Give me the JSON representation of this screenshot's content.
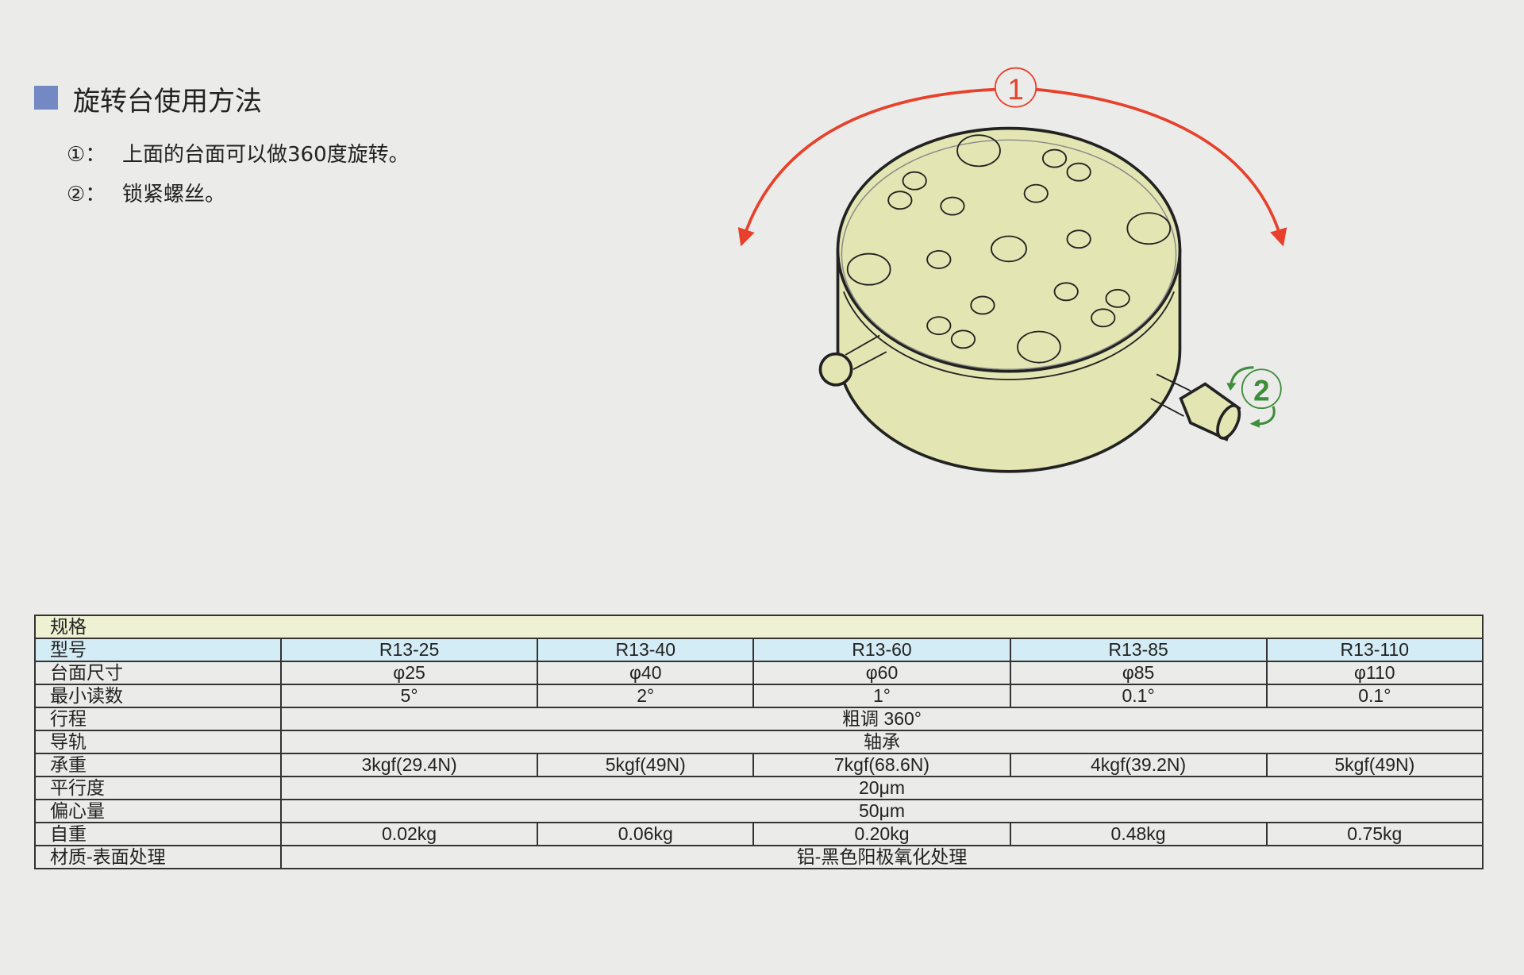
{
  "heading": {
    "title": "旋转台使用方法",
    "accent_color": "#7389c4"
  },
  "instructions": [
    {
      "num": "①：",
      "text": "上面的台面可以做360度旋转。"
    },
    {
      "num": "②：",
      "text": "锁紧螺丝。"
    }
  ],
  "illustration": {
    "label_1": "1",
    "label_2": "2",
    "arrow_color": "#e8402a",
    "knob_arrow_color": "#3e8d3a",
    "body_color": "#e3e6b2"
  },
  "spec_table": {
    "header": "规格",
    "model_label": "型号",
    "models": [
      "R13-25",
      "R13-40",
      "R13-60",
      "R13-85",
      "R13-110"
    ],
    "rows": [
      {
        "label": "台面尺寸",
        "values": [
          "φ25",
          "φ40",
          "φ60",
          "φ85",
          "φ110"
        ]
      },
      {
        "label": "最小读数",
        "values": [
          "5°",
          "2°",
          "1°",
          "0.1°",
          "0.1°"
        ]
      },
      {
        "label": "行程",
        "merged": "粗调 360°"
      },
      {
        "label": "导轨",
        "merged": "轴承"
      },
      {
        "label": "承重",
        "values": [
          "3kgf(29.4N)",
          "5kgf(49N)",
          "7kgf(68.6N)",
          "4kgf(39.2N)",
          "5kgf(49N)"
        ]
      },
      {
        "label": "平行度",
        "merged": "20μm"
      },
      {
        "label": "偏心量",
        "merged": "50μm"
      },
      {
        "label": "自重",
        "values": [
          "0.02kg",
          "0.06kg",
          "0.20kg",
          "0.48kg",
          "0.75kg"
        ]
      },
      {
        "label": "材质-表面处理",
        "merged": "铝-黑色阳极氧化处理"
      }
    ]
  }
}
